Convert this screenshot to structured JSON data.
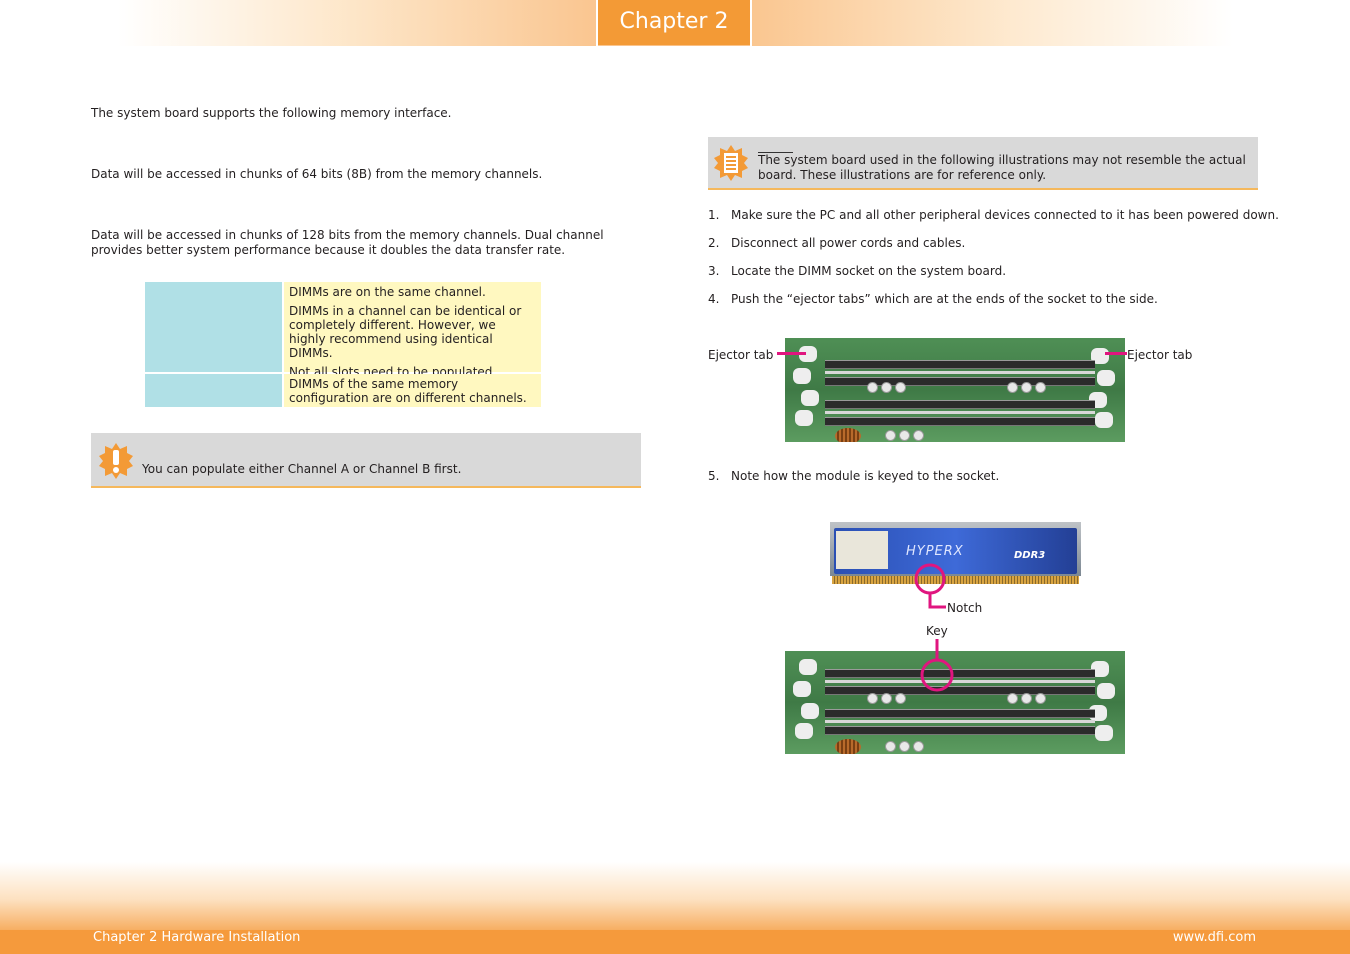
{
  "header": {
    "chapter_label": "Chapter 2"
  },
  "left": {
    "intro": "The system board supports the following memory interface.",
    "single_channel_text": "Data will be accessed in chunks of 64 bits (8B) from the memory channels.",
    "dual_channel_text": "Data will be accessed in chunks of 128 bits from the memory channels. Dual channel provides better system performance because it doubles the data transfer rate.",
    "table": {
      "rows": [
        {
          "left": "",
          "lines": [
            "DIMMs are on the same channel.",
            "DIMMs in a channel can be identical or completely different. However, we highly recommend using identical DIMMs.",
            "Not all slots need to be populated."
          ]
        },
        {
          "left": "",
          "lines": [
            "DIMMs of the same memory configuration are on different channels."
          ]
        }
      ]
    },
    "note": "You can populate either Channel A or Channel B first."
  },
  "right": {
    "note": "The system board used in the following illustrations may not resemble the actual board. These illustrations are for reference only.",
    "steps": [
      {
        "num": "1.",
        "text": "Make sure the PC and all other peripheral devices connected to it has been powered down."
      },
      {
        "num": "2.",
        "text": "Disconnect all power cords and cables."
      },
      {
        "num": "3.",
        "text": "Locate the DIMM socket on the system board."
      },
      {
        "num": "4.",
        "text": "Push the “ejector tabs” which are at the ends of the socket to the side."
      },
      {
        "num": "5.",
        "text": "Note how the module is keyed to the socket."
      }
    ],
    "labels": {
      "ejector_left": "Ejector tab",
      "ejector_right": "Ejector tab",
      "notch": "Notch",
      "key": "Key"
    },
    "module": {
      "brand": "HYPERX",
      "type": "DDR3"
    }
  },
  "footer": {
    "left": "Chapter 2 Hardware Installation",
    "right": "www.dfi.com"
  },
  "colors": {
    "accent": "#f39a36",
    "table_left": "#b0e0e6",
    "table_right": "#fff8c0",
    "marker": "#e0157f",
    "note_bg": "#d9d9d9"
  }
}
